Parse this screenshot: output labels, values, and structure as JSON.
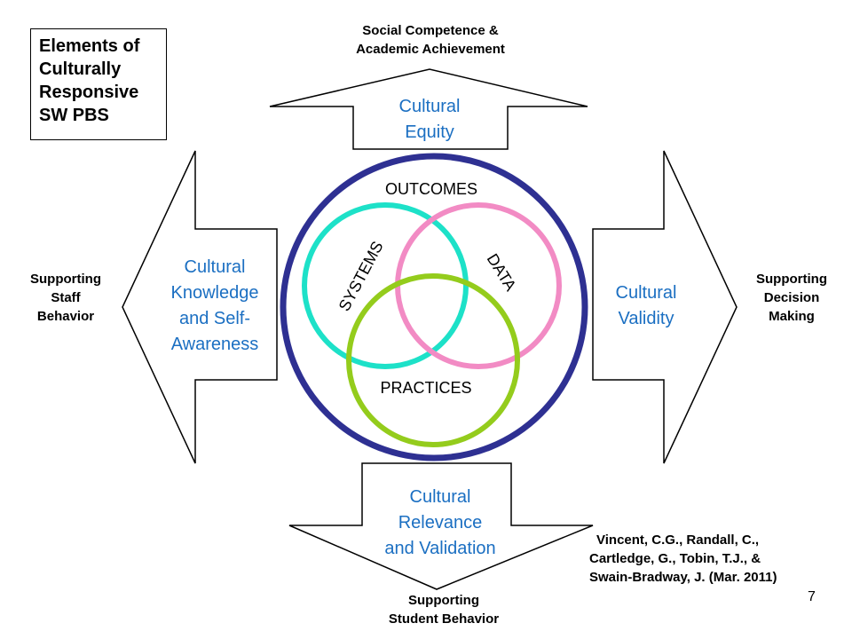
{
  "title": [
    "Elements of",
    "Culturally",
    "Responsive",
    "SW PBS"
  ],
  "arrows": {
    "top": [
      "Cultural",
      "Equity"
    ],
    "left": [
      "Cultural",
      "Knowledge",
      "and Self-",
      "Awareness"
    ],
    "right": [
      "Cultural",
      "Validity"
    ],
    "bottom": [
      "Cultural",
      "Relevance",
      "and Validation"
    ]
  },
  "outer_labels": {
    "top": [
      "Social Competence &",
      "Academic Achievement"
    ],
    "left": [
      "Supporting",
      "Staff",
      "Behavior"
    ],
    "right": [
      "Supporting",
      "Decision",
      "Making"
    ],
    "bottom": [
      "Supporting",
      "Student Behavior"
    ]
  },
  "circles": {
    "outer": "OUTCOMES",
    "systems": "SYSTEMS",
    "data": "DATA",
    "practices": "PRACTICES"
  },
  "citation": [
    "Vincent, C.G., Randall, C.,",
    "Cartledge, G., Tobin, T.J., &",
    "Swain-Bradway, J.  (Mar. 2011)"
  ],
  "page_number": "7",
  "colors": {
    "arrow_text": "#1b6fc2",
    "outer_ring": "#2e3092",
    "systems_ring": "#1de1c8",
    "data_ring": "#f28bc4",
    "practices_ring": "#94cc1c"
  }
}
